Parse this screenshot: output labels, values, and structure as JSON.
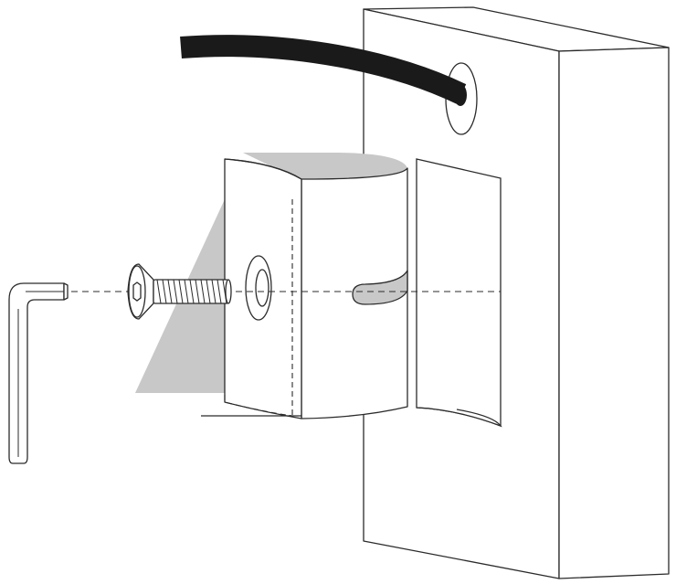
{
  "diagram": {
    "kind": "installation-illustration",
    "colors": {
      "background": "#ffffff",
      "outline": "#2b2b2b",
      "shadow": "#c8c8c8",
      "cable": "#1a1a1a",
      "cutout": "#fafafa"
    },
    "parts": [
      {
        "id": "hex-key",
        "icon": "allen-key-icon"
      },
      {
        "id": "countersunk-screw",
        "icon": "screw-icon"
      },
      {
        "id": "mounting-bracket",
        "icon": "cylinder-bracket-icon"
      },
      {
        "id": "wall-block",
        "icon": "wall-block-icon"
      },
      {
        "id": "cable",
        "icon": "cable-icon"
      }
    ]
  }
}
